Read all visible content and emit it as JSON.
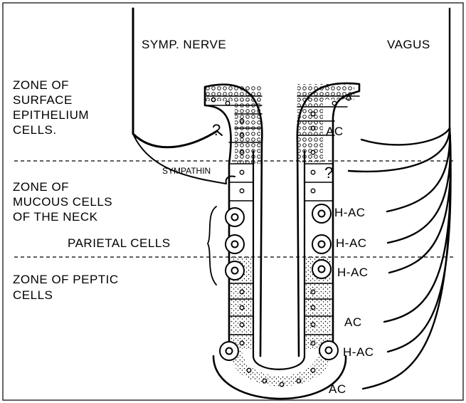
{
  "labels": {
    "symp_nerve": "SYMP. NERVE",
    "vagus": "VAGUS",
    "zone_surface": [
      "ZONE OF",
      "SURFACE",
      "EPITHELIUM",
      "CELLS."
    ],
    "zone_mucous": [
      "ZONE OF",
      "MUCOUS CELLS",
      "OF THE NECK"
    ],
    "parietal": "PARIETAL CELLS",
    "zone_peptic": [
      "ZONE OF PEPTIC",
      "CELLS"
    ],
    "sympathin": "SYMPATHIN",
    "question_left": "?",
    "question_right": "?",
    "right_annotations": [
      "AC",
      "H-AC",
      "H-AC",
      "H-AC",
      "AC",
      "H-AC",
      "AC"
    ]
  }
}
